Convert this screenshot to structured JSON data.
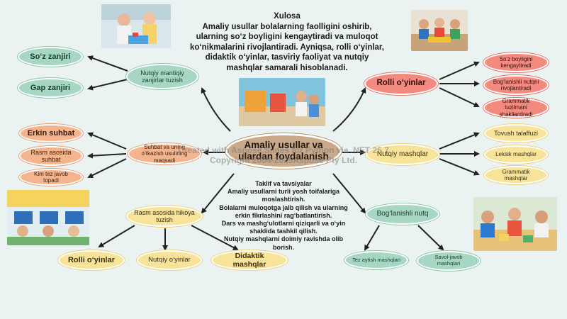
{
  "conclusion": {
    "title": "Xulosa",
    "lines": [
      "Amaliy usullar bolalarning faolligini oshirib,",
      "ularning so‘z boyligini kengaytiradi va muloqot",
      "ko‘nikmalarini rivojlantiradi. Ayniqsa, rolli o‘yinlar,",
      "didaktik o‘yinlar, tasviriy faoliyat va nutqiy",
      "mashqlar samarali hisoblanadi."
    ]
  },
  "center": {
    "label": "Amaliy usullar va ulardan foydalanish"
  },
  "suggestions": {
    "lines": [
      "Taklif va tavsiyalar",
      "Amaliy usullarni turli yosh toifalariga",
      "moslashtirish.",
      "Bolalarni muloqotga jalb qilish va ularning",
      "erkin fikrlashini rag‘batlantirish.",
      "Dars va mashg‘ulotlarni qiziqarli va o‘yin",
      "shaklida tashkil qilish.",
      "Nutqiy mashqlarni doimiy ravishda olib",
      "borish."
    ]
  },
  "nodes": {
    "logic_chain": "Nutqiy mantiqiy zanjirlar tuzish",
    "word_chain": "So‘z zanjiri",
    "sentence_chain": "Gap zanjiri",
    "role_games_top": "Rolli o‘yinlar",
    "vocab_dev": "So‘z boyligini kengaytiradi",
    "connected_speech": "Bog‘lanishli nutqni rivojlantiradi",
    "grammar_forms": "Grammatik tuzilmani shakllantiradi",
    "conversation_purpose": "Suhbat va uning o‘tkazish usulining maqsadi",
    "free_talk": "Erkin suhbat",
    "picture_talk": "Rasm asosida suhbat",
    "who_answers": "Kim tez javob topadi",
    "speech_exercises": "Nutqiy mashqlar",
    "sound_pron": "Tovush talaffuzi",
    "lexical": "Leksik mashqlar",
    "grammatical": "Grammatik mashqlar",
    "picture_story": "Rasm asosida hikoya tuzish",
    "role_games_bottom": "Rolli o‘yinlar",
    "speech_games": "Nutqiy o‘yinlar",
    "didactic": "Didaktik mashqlar",
    "connected_speech_node": "Bog‘lanishli nutq",
    "quick_exercises": "Tez aytish mashqlari",
    "qa_exercises": "Savol-javob mashqlari"
  },
  "watermark": {
    "line1": "Created with Aspose.Slides for Python via .NET 25.7",
    "line2": "Copyright 2004-2025Aspose Pty Ltd."
  },
  "colors": {
    "background": "#eaf3f1",
    "green": "#a7d6c2",
    "orange": "#f3b48e",
    "yellow": "#f8e39b",
    "red": "#f28a7f",
    "center": "#c9a98a"
  }
}
